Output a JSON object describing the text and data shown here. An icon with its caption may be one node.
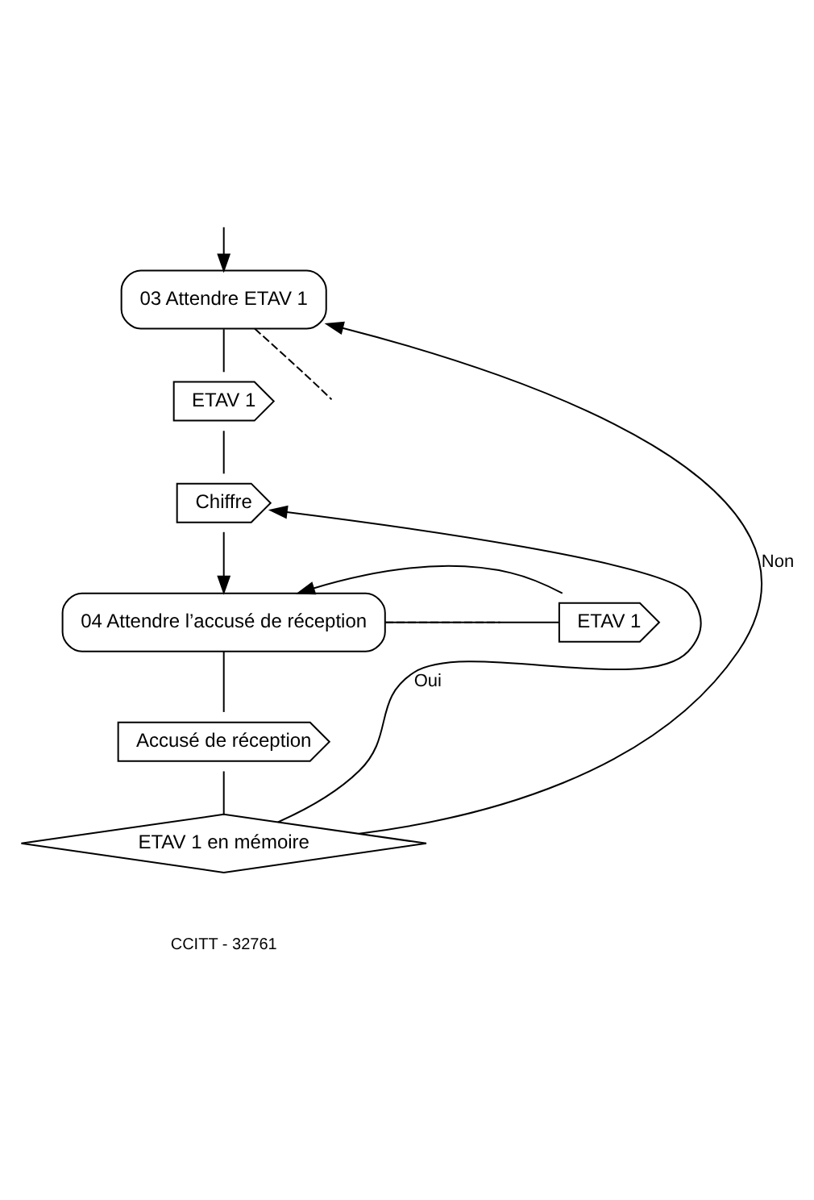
{
  "diagram": {
    "nodes": [
      {
        "text": [
          "03 Attendre ETAV 1"
        ]
      },
      {
        "text": [
          "ETAV 1"
        ]
      },
      {
        "text": [
          "Chiffre"
        ]
      },
      {
        "text": [
          "04 Attendre l’accusé de réception"
        ]
      },
      {
        "text": [
          "ETAV 1"
        ]
      },
      {
        "text": [
          "Accusé de réception"
        ]
      },
      {
        "text": [
          "ETAV 1 en mémoire"
        ]
      }
    ],
    "edges": [
      {
        "from": 0,
        "to": null,
        "arrow": "none",
        "style": "dashed"
      },
      {
        "from": 0,
        "to": 1,
        "arrow": "none"
      },
      {
        "from": null,
        "to": 0,
        "arrow": "to"
      },
      {
        "from": 1,
        "to": 2,
        "arrow": "none"
      },
      {
        "from": 2,
        "to": 3,
        "arrow": "to"
      },
      {
        "from": 4,
        "to": 3,
        "arrow": "to"
      },
      {
        "from": 3,
        "to": 4,
        "arrow": "none"
      },
      {
        "from": 3,
        "to": null,
        "arrow": "none",
        "style": "dashed"
      },
      {
        "from": 3,
        "to": 5,
        "arrow": "none"
      },
      {
        "from": 5,
        "to": 6,
        "arrow": "none"
      },
      {
        "from": 6,
        "to": 2,
        "arrow": "to",
        "label": "Oui"
      },
      {
        "from": 6,
        "to": 0,
        "arrow": "to",
        "label": "Non"
      }
    ],
    "labels": [
      "CCITT - 32761"
    ]
  }
}
